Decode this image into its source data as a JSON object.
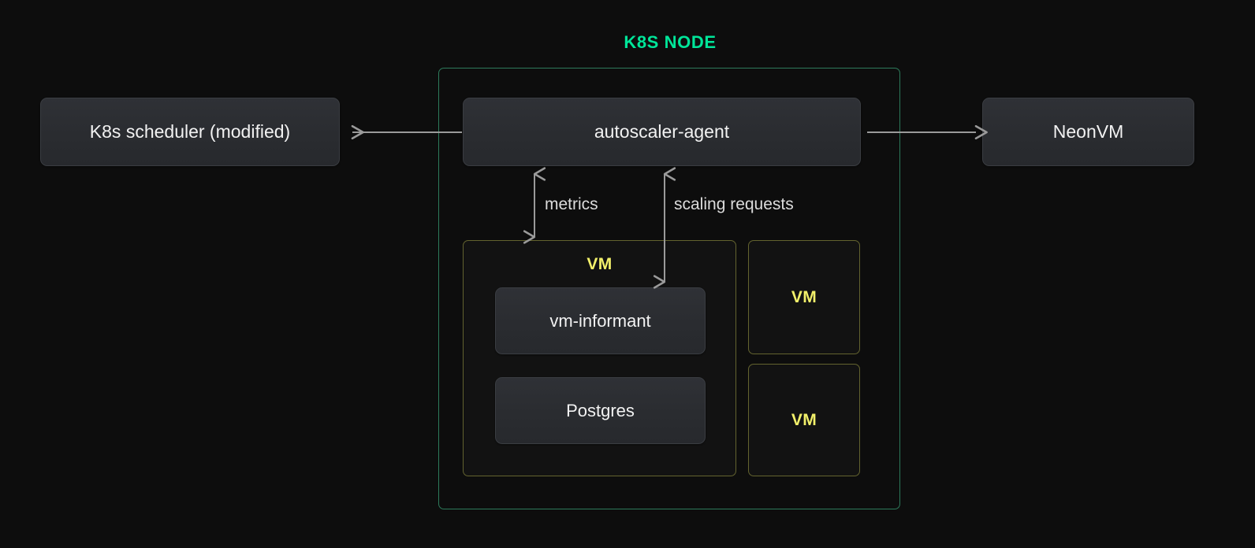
{
  "diagram": {
    "title": "K8S NODE",
    "background_color": "#0d0d0d",
    "accent_green": "#00e599",
    "node_border_color": "#2d7a5b",
    "vm_border_color": "#63632f",
    "vm_label_color": "#f2f06a",
    "box_fill_color": "#2b2d31",
    "arrow_color": "#9a9a9a",
    "label_color": "#dcdcdc"
  },
  "external_boxes": {
    "left": {
      "label": "K8s scheduler (modified)"
    },
    "right": {
      "label": "NeonVM"
    }
  },
  "node": {
    "agent": {
      "label": "autoscaler-agent"
    },
    "vm_primary": {
      "label": "VM",
      "children": [
        {
          "label": "vm-informant"
        },
        {
          "label": "Postgres"
        }
      ]
    },
    "vm_secondary": [
      {
        "label": "VM"
      },
      {
        "label": "VM"
      }
    ]
  },
  "connections": [
    {
      "name": "scheduler-link",
      "label": "",
      "from": "autoscaler-agent",
      "to": "K8s scheduler (modified)",
      "direction": "left",
      "arrowheads": 1
    },
    {
      "name": "neonvm-link",
      "label": "",
      "from": "autoscaler-agent",
      "to": "NeonVM",
      "direction": "right",
      "arrowheads": 1
    },
    {
      "name": "metrics-link",
      "label": "metrics",
      "from": "autoscaler-agent",
      "to": "VM",
      "direction": "both",
      "arrowheads": 2
    },
    {
      "name": "scaling-requests-link",
      "label": "scaling requests",
      "from": "autoscaler-agent",
      "to": "vm-informant",
      "direction": "both",
      "arrowheads": 2
    }
  ]
}
